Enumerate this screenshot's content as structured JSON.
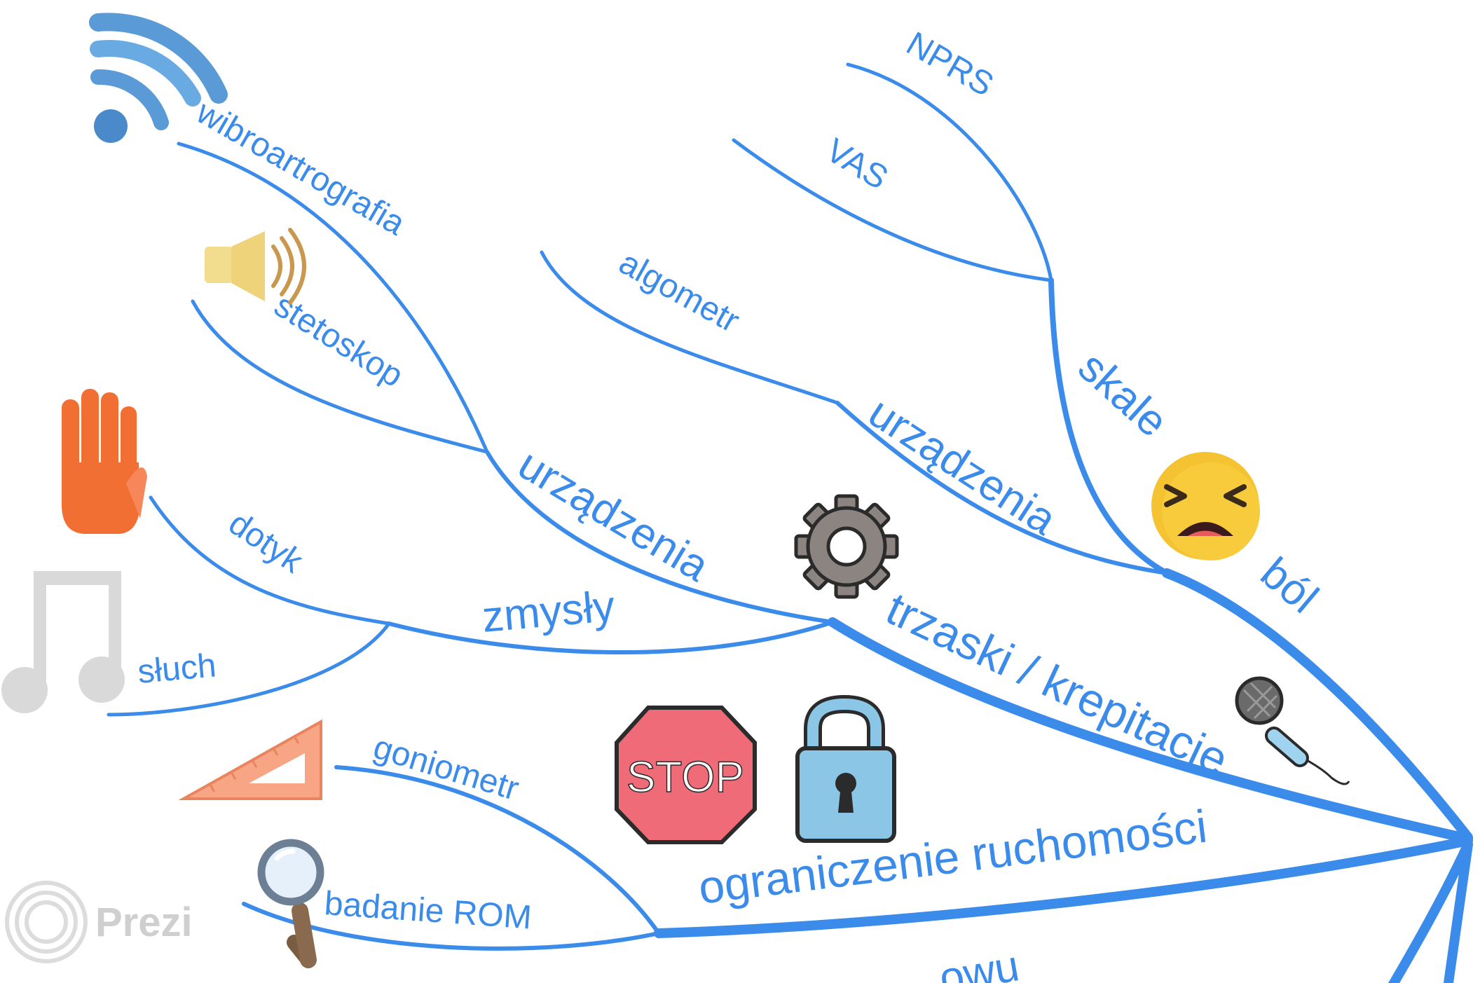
{
  "colors": {
    "line": "#3b8bea",
    "label": "#3b8bea"
  },
  "labels": {
    "nprs": "NPRS",
    "vas": "VAS",
    "wibroartrografia": "wibroartrografia",
    "stetoskop": "stetoskop",
    "algometr": "algometr",
    "urzadzenia_top": "urządzenia",
    "skale": "skale",
    "urzadzenia_mid": "urządzenia",
    "bol": "ból",
    "dotyk": "dotyk",
    "zmysly": "zmysły",
    "sluch": "słuch",
    "trzaski": "trzaski / krepitacje",
    "goniometr": "goniometr",
    "ograniczenie": "ograniczenie ruchomości",
    "badanie_rom": "badanie ROM",
    "cut_bottom": "owu"
  },
  "icons": {
    "wifi": "wifi-icon",
    "speaker": "speaker-icon",
    "hand": "hand-icon",
    "music": "music-note-icon",
    "triangle": "set-square-icon",
    "magnifier": "magnifier-icon",
    "gear": "gear-icon",
    "stop": "stop-sign-icon",
    "lock": "padlock-icon",
    "microphone": "microphone-icon",
    "emoji": "crying-face-icon"
  },
  "stop_sign": {
    "text": "STOP"
  },
  "logo": {
    "text": "Prezi"
  }
}
